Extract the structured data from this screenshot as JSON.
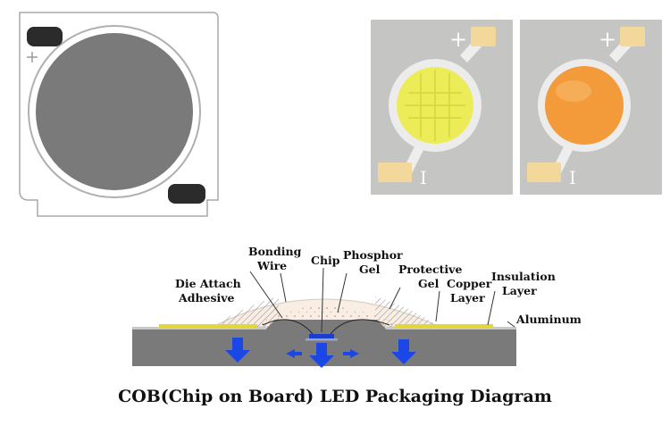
{
  "colors": {
    "substrate": "#7a7a7a",
    "emitter_yellow": "#ecec58",
    "emitter_orange": "#f39a3a",
    "pad": "#f2d99b",
    "heat_arrow": "#1a47e6",
    "copper_layer": "#e2d63a",
    "pad_dark": "#2b2b2b"
  },
  "photo_marks": {
    "plus": "+",
    "minus": "I"
  },
  "diagram": {
    "labels": {
      "bonding_wire_1": "Bonding",
      "bonding_wire_2": "Wire",
      "chip": "Chip",
      "phosphor_gel_1": "Phosphor",
      "phosphor_gel_2": "Gel",
      "protective_gel_1": "Protective",
      "protective_gel_2": "Gel",
      "die_attach_1": "Die Attach",
      "die_attach_2": "Adhesive",
      "copper_layer_1": "Copper",
      "copper_layer_2": "Layer",
      "insulation_layer_1": "Insulation",
      "insulation_layer_2": "Layer",
      "aluminum": "Aluminum"
    },
    "caption": "COB(Chip on Board) LED Packaging Diagram"
  }
}
